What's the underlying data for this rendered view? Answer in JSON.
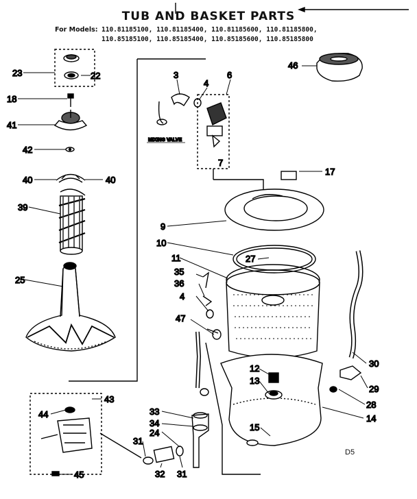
{
  "title": "TUB AND BASKET PARTS",
  "models_label": "For Models:",
  "models": [
    "110.81185100, 110.81185400, 110.81185600, 110.81185800,",
    "110.85185100, 110.85185400, 110.85185600, 110.85185800"
  ],
  "mixing_valve_label": "MIXING VALVE",
  "diagram_code": "D5",
  "part_numbers": {
    "p3": "3",
    "p4a": "4",
    "p4b": "4",
    "p6": "6",
    "p7": "7",
    "p9": "9",
    "p10": "10",
    "p11": "11",
    "p12": "12",
    "p13": "13",
    "p14": "14",
    "p15": "15",
    "p17": "17",
    "p18": "18",
    "p22": "22",
    "p23": "23",
    "p24": "24",
    "p25": "25",
    "p27": "27",
    "p28": "28",
    "p29": "29",
    "p30": "30",
    "p31a": "31",
    "p31b": "31",
    "p32": "32",
    "p33": "33",
    "p34": "34",
    "p35": "35",
    "p36": "36",
    "p39": "39",
    "p40a": "40",
    "p40b": "40",
    "p41": "41",
    "p42": "42",
    "p43": "43",
    "p44": "44",
    "p45": "45",
    "p46": "46",
    "p47": "47"
  }
}
